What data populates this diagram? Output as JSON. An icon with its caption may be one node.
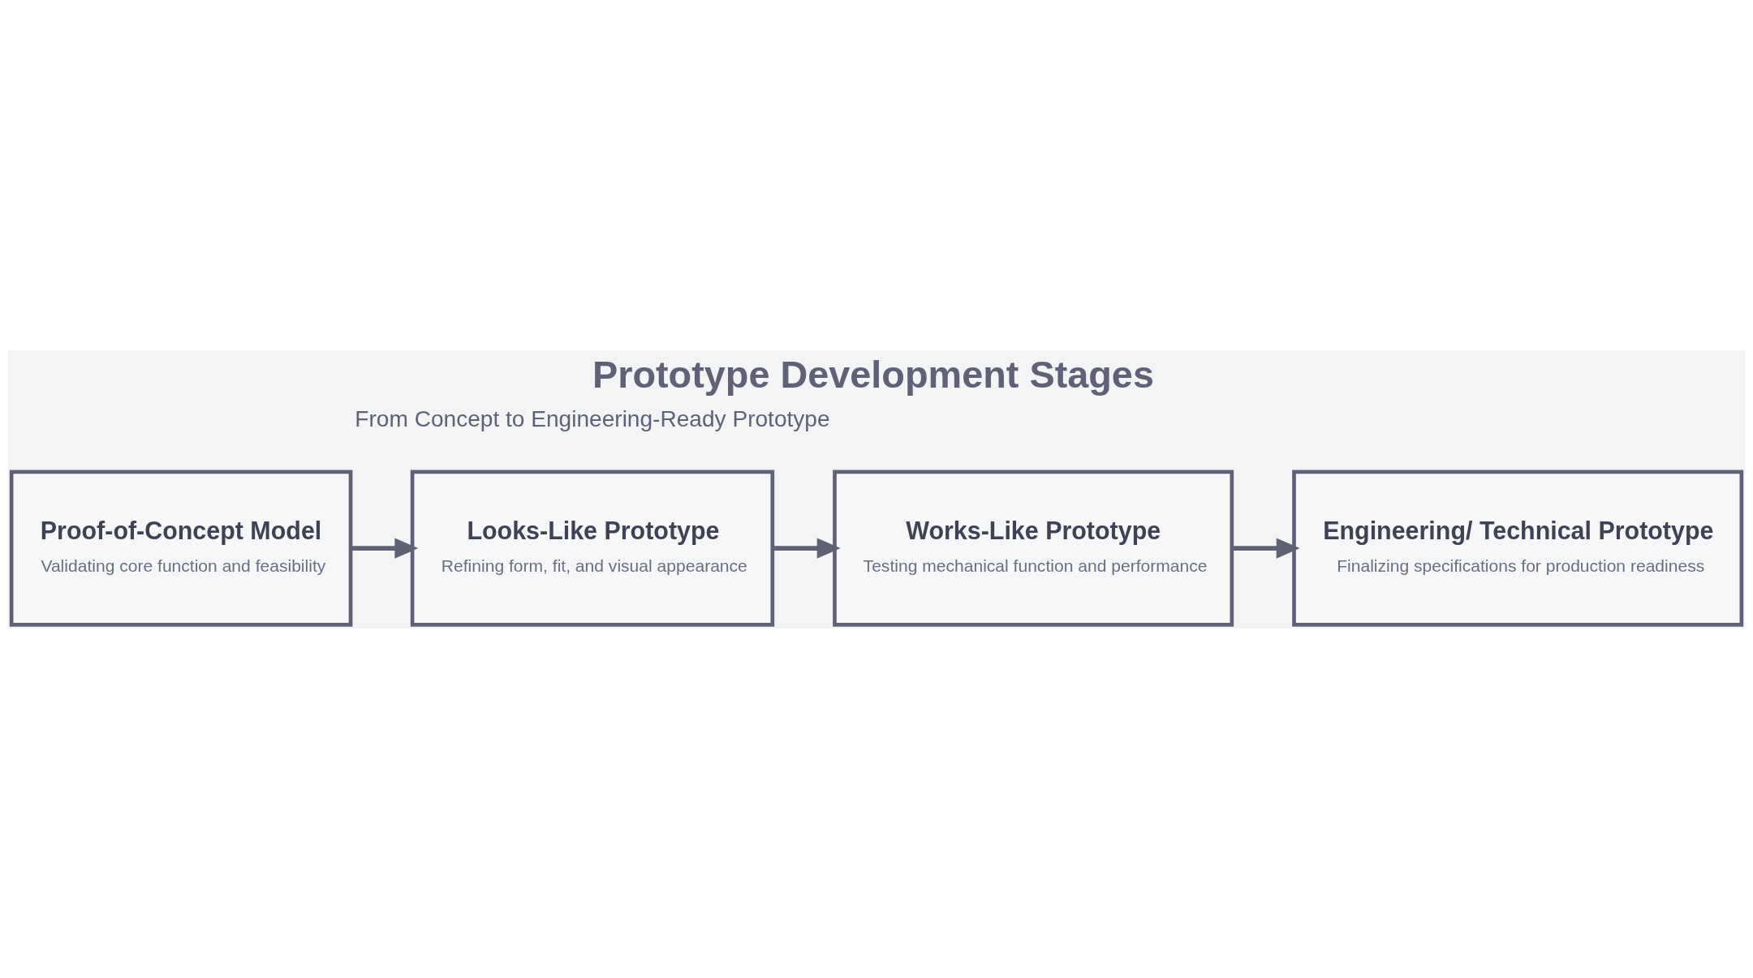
{
  "diagram": {
    "title": "Prototype Development Stages",
    "nodes": [
      {
        "text": [
          "Proof-of-Concept Model",
          "Validating core function and feasibility"
        ]
      },
      {
        "text": [
          "Looks-Like Prototype",
          "Refining form, fit, and visual appearance"
        ]
      },
      {
        "text": [
          "Works-Like Prototype",
          "Testing mechanical function and performance"
        ]
      },
      {
        "text": [
          "Engineering/ Technical Prototype",
          "Finalizing specifications for production readiness"
        ]
      }
    ],
    "edges": [
      {
        "from": 0,
        "to": 1,
        "arrow": "to"
      },
      {
        "from": 1,
        "to": 2,
        "arrow": "to"
      },
      {
        "from": 2,
        "to": 3,
        "arrow": "to"
      }
    ],
    "labels": [
      "From Concept to Engineering-Ready Prototype"
    ]
  }
}
